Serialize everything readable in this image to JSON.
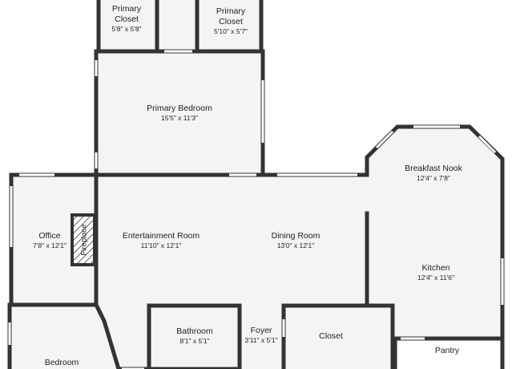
{
  "rooms": {
    "primary_closet_1": {
      "name_line1": "Primary",
      "name_line2": "Closet",
      "dims": "5'8\" x 5'8\""
    },
    "primary_closet_2": {
      "name_line1": "Primary",
      "name_line2": "Closet",
      "dims": "5'10\" x 5'7\""
    },
    "primary_bedroom": {
      "name": "Primary Bedroom",
      "dims": "15'5\" x 11'3\""
    },
    "breakfast_nook": {
      "name": "Breakfast Nook",
      "dims": "12'4\" x 7'8\""
    },
    "office": {
      "name": "Office",
      "dims": "7'8\" x 12'1\""
    },
    "fireplace": {
      "name": "Fireplace"
    },
    "entertainment_room": {
      "name": "Entertainment Room",
      "dims": "11'10\" x 12'1\""
    },
    "dining_room": {
      "name": "Dining Room",
      "dims": "13'0\" x 12'1\""
    },
    "kitchen": {
      "name": "Kitchen",
      "dims": "12'4\" x 11'6\""
    },
    "bathroom": {
      "name": "Bathroom",
      "dims": "8'1\" x 5'1\""
    },
    "foyer": {
      "name": "Foyer",
      "dims": "3'11\" x 5'1\""
    },
    "closet": {
      "name": "Closet"
    },
    "pantry": {
      "name": "Pantry"
    },
    "bedroom": {
      "name": "Bedroom"
    }
  },
  "colors": {
    "wall": "#333333",
    "floor": "#f4f4f4",
    "background": "#ffffff"
  }
}
